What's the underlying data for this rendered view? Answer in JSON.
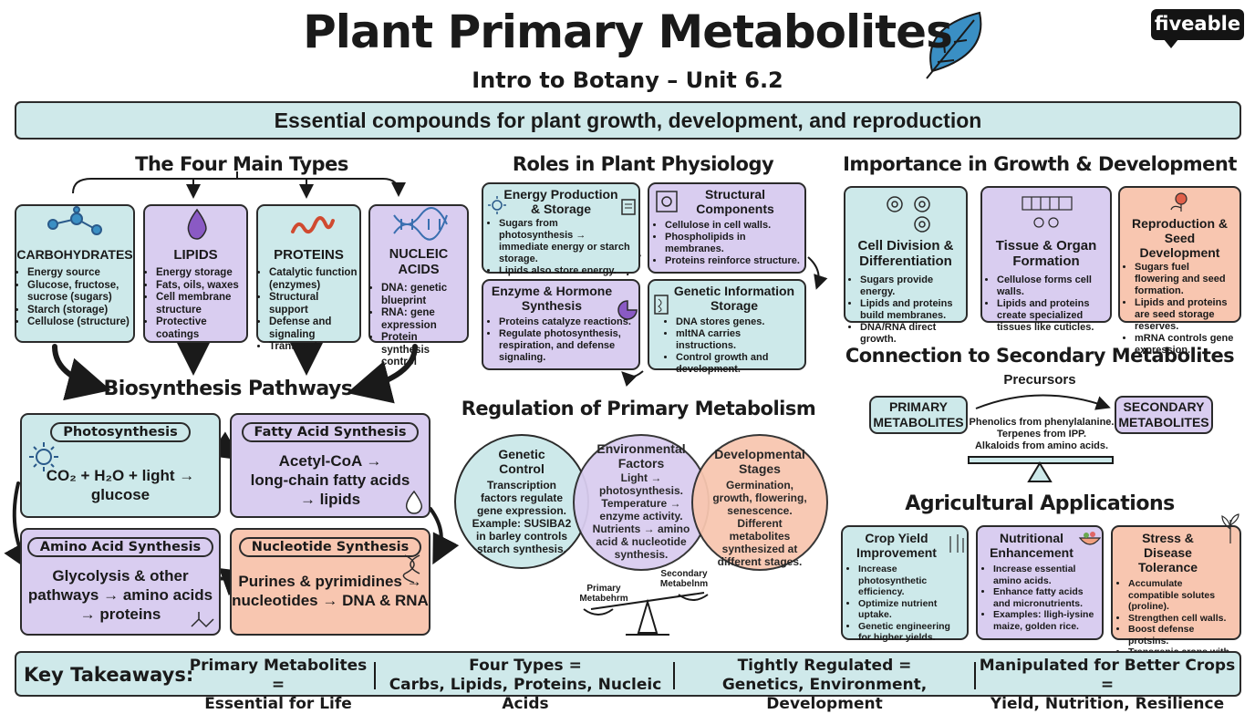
{
  "header": {
    "title": "Plant Primary Metabolites",
    "subtitle": "Intro to Botany – Unit 6.2",
    "logo": "fiveable",
    "banner": "Essential compounds for plant growth, development, and reproduction"
  },
  "four_types": {
    "heading": "The Four Main Types",
    "cards": [
      {
        "title": "CARBOHYDRATES",
        "items": [
          "Energy source",
          "Glucose, fructose, sucrose (sugars)",
          "Starch (storage)",
          "Cellulose (structure)"
        ]
      },
      {
        "title": "LIPIDS",
        "items": [
          "Energy storage",
          "Fats, oils, waxes",
          "Cell membrane structure",
          "Protective coatings"
        ]
      },
      {
        "title": "PROTEINS",
        "items": [
          "Catalytic function (enzymes)",
          "Structural support",
          "Defense and signaling",
          "Transport"
        ]
      },
      {
        "title": "NUCLEIC ACIDS",
        "items": [
          "DNA: genetic blueprint",
          "RNA: gene expression",
          "Protein synthesis control"
        ]
      }
    ]
  },
  "biosynthesis": {
    "heading": "Biosynthesis Pathways",
    "photosynthesis": {
      "tag": "Photosynthesis",
      "eq": "CO₂ + H₂O + light → glucose"
    },
    "fatty_acid": {
      "tag": "Fatty Acid Synthesis",
      "eq1": "Acetyl-CoA →",
      "eq2": "long-chain fatty acids",
      "eq3": "→ lipids"
    },
    "amino_acid": {
      "tag": "Amino Acid Synthesis",
      "eq1": "Glycolysis & other",
      "eq2": "pathways → amino acids",
      "eq3": "→ proteins"
    },
    "nucleotide": {
      "tag": "Nucleotide Synthesis",
      "eq1": "Purines & pyrimidines →",
      "eq2": "nucleotides → DNA & RNA"
    }
  },
  "roles": {
    "heading": "Roles in Plant Physiology",
    "cards": [
      {
        "title": "Energy Production & Storage",
        "items": [
          "Sugars from photosynthesis → immediate energy or starch storage.",
          "Lipids also store energy."
        ]
      },
      {
        "title": "Structural Components",
        "items": [
          "Cellulose in cell walls.",
          "Phospholipids in membranes.",
          "Proteins reinforce structure."
        ]
      },
      {
        "title": "Enzyme & Hormone Synthesis",
        "items": [
          "Proteins catalyze reactions.",
          "Regulate photosynthesis, respiration, and defense signaling."
        ]
      },
      {
        "title": "Genetic Information Storage",
        "items": [
          "DNA stores genes.",
          "mltNA carries instructions.",
          "Control growth and development."
        ]
      }
    ]
  },
  "regulation": {
    "heading": "Regulation of Primary Metabolism",
    "genetic": {
      "title": "Genetic Control",
      "text": "Transcription factors regulate gene expression. Example: SUSIBA2 in barley controls starch synthesis."
    },
    "environmental": {
      "title": "Environmental Factors",
      "text": "Light → photosynthesis. Temperature → enzyme activity. Nutrients → amino acid & nucleotide synthesis."
    },
    "developmental": {
      "title": "Developmental Stages",
      "text": "Germination, growth, flowering, senescence. Different metabolites synthesized at different stages."
    },
    "balance_left": "Primary Metabehrm",
    "balance_right": "Secondary Metabelnm"
  },
  "growth": {
    "heading": "Importance in Growth & Development",
    "cards": [
      {
        "title": "Cell Division & Differentiation",
        "items": [
          "Sugars provide energy.",
          "Lipids and proteins build membranes.",
          "DNA/RNA direct growth."
        ]
      },
      {
        "title": "Tissue & Organ Formation",
        "items": [
          "Cellulose forms cell walls.",
          "Lipids and proteins create specialized tissues like cuticles."
        ]
      },
      {
        "title": "Reproduction & Seed Development",
        "items": [
          "Sugars fuel flowering and seed formation.",
          "Lipids and proteins are seed storage reserves.",
          "mRNA controls gene expression."
        ]
      }
    ]
  },
  "secondary": {
    "heading": "Connection to Secondary Metabolites",
    "precursors": "Precursors",
    "primary": "PRIMARY METABOLITES",
    "secondary": "SECONDARY METABOLITES",
    "lines": [
      "Phenolics from phenylalanine.",
      "Terpenes from IPP.",
      "Alkaloids from amino acids."
    ]
  },
  "agri": {
    "heading": "Agricultural Applications",
    "cards": [
      {
        "title": "Crop Yield Improvement",
        "items": [
          "Increase photosynthetic efficiency.",
          "Optimize nutrient uptake.",
          "Genetic engineering for higher yields."
        ]
      },
      {
        "title": "Nutritional Enhancement",
        "items": [
          "Increase essential amino acids.",
          "Enhance fatty acids and micronutrients.",
          "Examples: lligh-iysine maize, golden rice."
        ]
      },
      {
        "title": "Stress & Disease Tolerance",
        "items": [
          "Accumulate compatible solutes (proline).",
          "Strengthen cell walls.",
          "Boost defense protsins.",
          "Transgenic crops with improved resistance."
        ]
      }
    ]
  },
  "takeaways": {
    "label": "Key Takeaways:",
    "items": [
      {
        "l1": "Primary Metabolites =",
        "l2": "Essential for Life"
      },
      {
        "l1": "Four Types =",
        "l2": "Carbs, Lipids, Proteins, Nucleic Acids"
      },
      {
        "l1": "Tightly Regulated =",
        "l2": "Genetics, Environment, Development"
      },
      {
        "l1": "Manipulated for Better Crops =",
        "l2": "Yield, Nutrition, Resilience"
      }
    ]
  },
  "colors": {
    "teal": "#cde9ea",
    "lavender": "#d9cdf0",
    "peach": "#f8c6b0",
    "outline": "#2b2b2b",
    "leaf": "#3a8fc4"
  }
}
